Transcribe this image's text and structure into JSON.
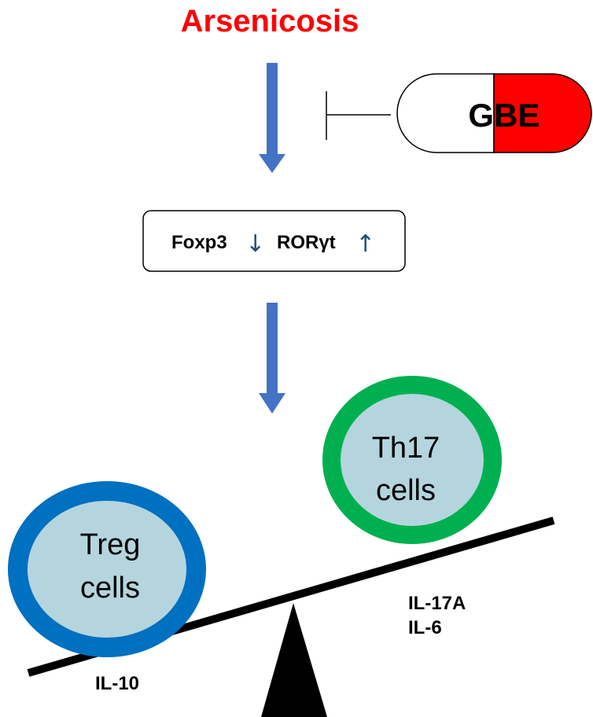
{
  "title": "Arsenicosis",
  "inhibitor": {
    "label_g": "G",
    "label_be": "BE"
  },
  "markers": {
    "foxp3": "Foxp3",
    "foxp3_arrow": "↓",
    "roryt": "RORγt",
    "roryt_arrow": "↑"
  },
  "treg_cell": {
    "line1": "Treg",
    "line2": "cells"
  },
  "th17_cell": {
    "line1": "Th17",
    "line2": "cells"
  },
  "cytokines": {
    "left": "IL-10",
    "right_1": "IL-17A",
    "right_2": "IL-6"
  },
  "colors": {
    "title_red": "#ff0000",
    "arrow_blue": "#4472c4",
    "treg_ring": "#0070c0",
    "th17_ring": "#00b050",
    "cell_inner": "#b4d5de",
    "capsule_red": "#ff0000",
    "marker_arrow": "#1f4e79"
  }
}
